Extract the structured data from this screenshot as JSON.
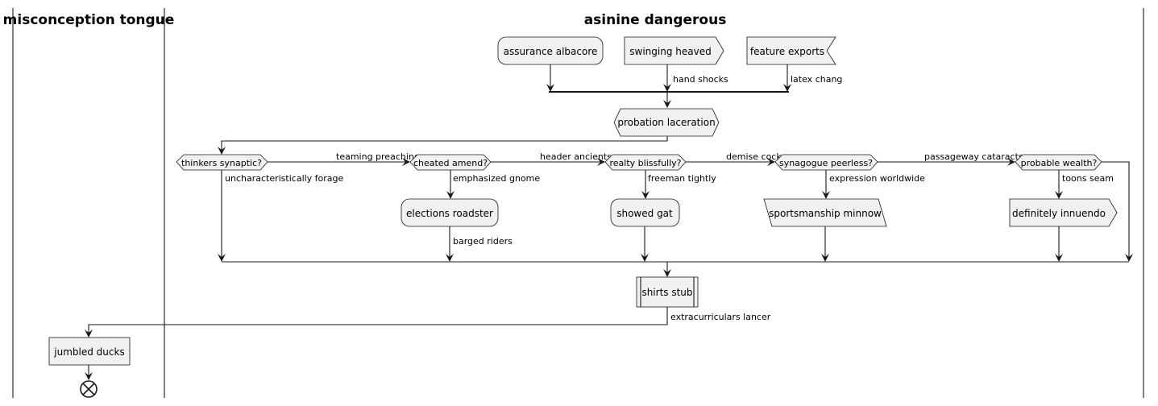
{
  "swimlanes": {
    "left": "misconception tongue",
    "right": "asinine dangerous"
  },
  "nodes": {
    "assurance_albacore": "assurance albacore",
    "swinging_heaved": "swinging heaved",
    "feature_exports": "feature exports",
    "probation_laceration": "probation laceration",
    "thinkers_synaptic": "thinkers synaptic?",
    "cheated_amend": "cheated amend?",
    "realty_blissfully": "realty blissfully?",
    "synagogue_peerless": "synagogue peerless?",
    "probable_wealth": "probable wealth?",
    "elections_roadster": "elections roadster",
    "showed_gat": "showed gat",
    "sportsmanship_minnow": "sportsmanship minnow",
    "definitely_innuendo": "definitely innuendo",
    "shirts_stub": "shirts stub",
    "jumbled_ducks": "jumbled ducks"
  },
  "edges": {
    "hand_shocks": "hand shocks",
    "latex_chang": "latex chang",
    "teaming_preaching": "teaming preaching",
    "header_ancients": "header ancients",
    "demise_cock": "demise cock",
    "passageway_cataracts": "passageway cataracts",
    "uncharacteristically_forage": "uncharacteristically forage",
    "emphasized_gnome": "emphasized gnome",
    "freeman_tightly": "freeman tightly",
    "expression_worldwide": "expression worldwide",
    "toons_seam": "toons seam",
    "barged_riders": "barged riders",
    "extracurriculars_lancer": "extracurriculars lancer"
  }
}
